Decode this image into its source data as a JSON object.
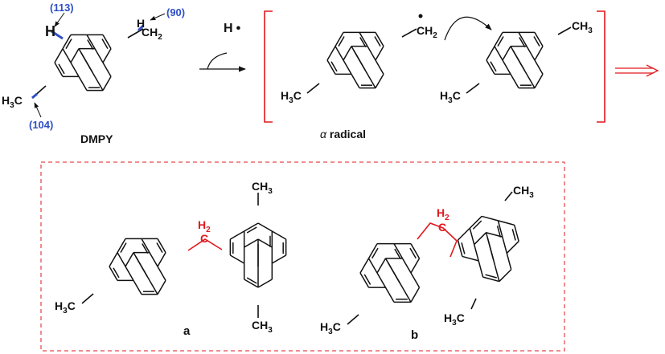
{
  "scheme": {
    "top": {
      "dmpy": {
        "name": "DMPY",
        "bond_labels": {
          "c113": "(113)",
          "c90": "(90)",
          "c104": "(104)"
        },
        "h_label": "H",
        "ch2": "CH",
        "ch2_sub": "2",
        "h3c": "H",
        "h3c_sub": "3",
        "h3c_tail": "C"
      },
      "reagent": {
        "text": "H",
        "dot": "•"
      },
      "radical": {
        "greek": "α",
        "label": " radical",
        "ch2": "CH",
        "ch2_sub": "2",
        "h3c": "H",
        "h3c_sub": "3",
        "h3c_tail": "C",
        "ch3": "CH",
        "ch3_sub": "3"
      }
    },
    "products": {
      "a": {
        "label": "a",
        "bridge": "H",
        "bridge_sub": "2",
        "bridge_c": "C",
        "ch3": "CH",
        "ch3_sub": "3",
        "h3c": "H",
        "h3c_sub": "3",
        "h3c_tail": "C"
      },
      "b": {
        "label": "b",
        "bridge": "H",
        "bridge_sub": "2",
        "bridge_c": "C",
        "ch3": "CH",
        "ch3_sub": "3",
        "h3c": "H",
        "h3c_sub": "3",
        "h3c_tail": "C"
      }
    },
    "colors": {
      "bond_label": "#2e4fc7",
      "highlight": "#e0191e",
      "bond": "#111111"
    }
  }
}
